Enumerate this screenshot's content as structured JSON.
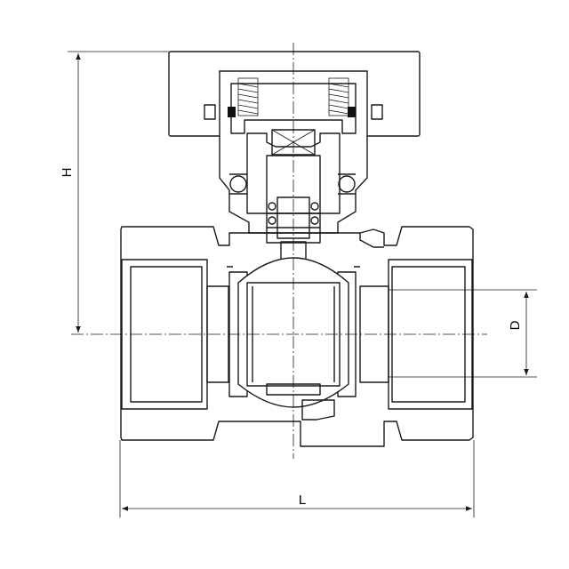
{
  "dimensions": {
    "height_label": "H",
    "length_label": "L",
    "diameter_label": "D"
  }
}
